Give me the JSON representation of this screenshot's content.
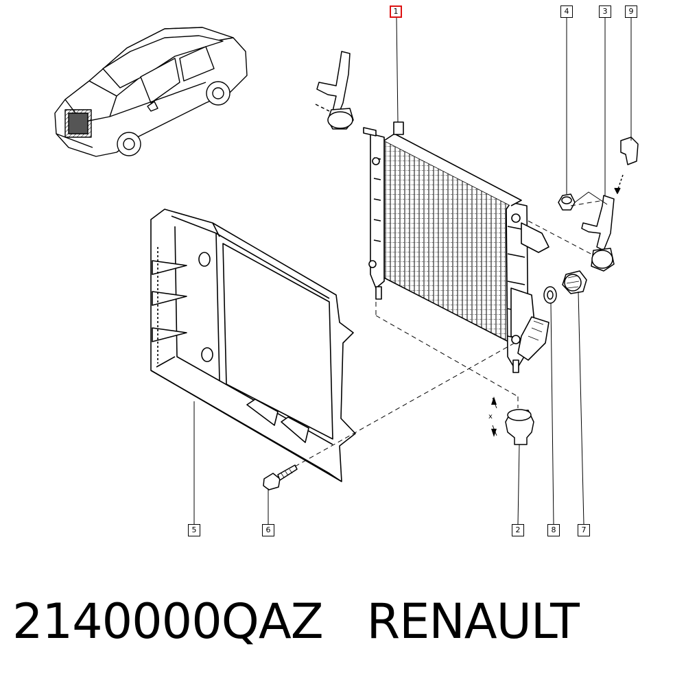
{
  "callouts": {
    "radiator": "1",
    "lower_mount": "2",
    "upper_bracket": "3",
    "nut": "4",
    "fan_shroud": "5",
    "screw": "6",
    "drain_plug": "7",
    "seal_ring": "8",
    "clip": "9"
  },
  "caption": {
    "part_number": "2140000QAZ",
    "brand": "RENAULT"
  },
  "colors": {
    "line": "#000000",
    "highlight": "#d11111",
    "background": "#ffffff"
  }
}
